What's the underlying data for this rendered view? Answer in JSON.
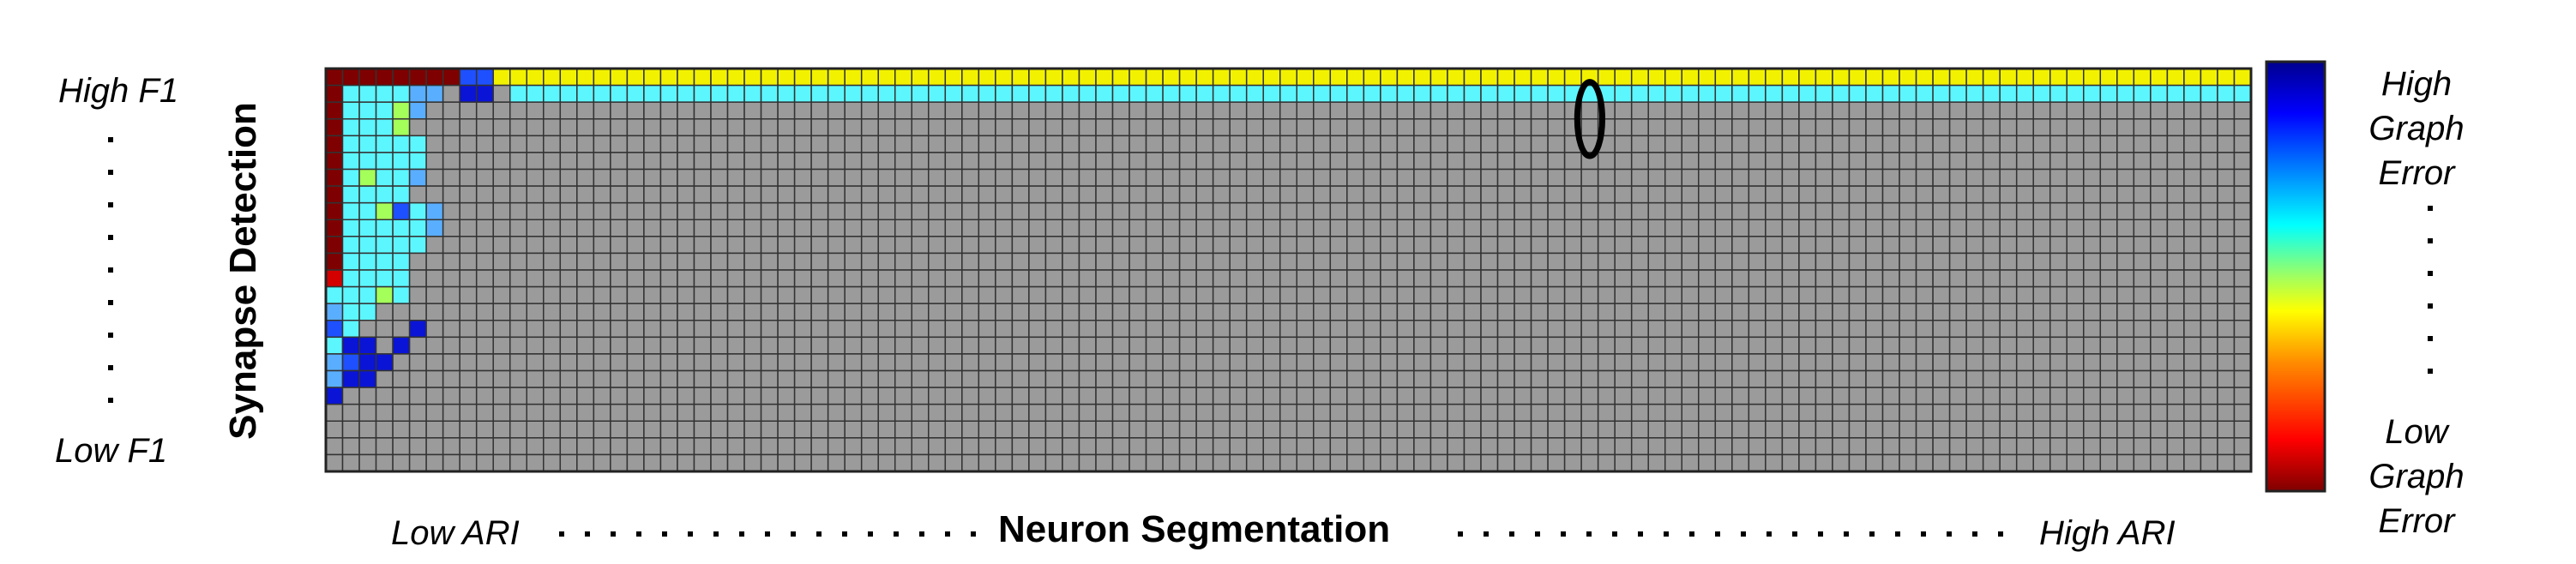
{
  "labels": {
    "y_high": "High F1",
    "y_low": "Low F1",
    "y_title": "Synapse Detection",
    "x_low": "Low ARI",
    "x_high": "High ARI",
    "x_title": "Neuron Segmentation",
    "cb_high": [
      "High",
      "Graph",
      "Error"
    ],
    "cb_low": [
      "Low",
      "Graph",
      "Error"
    ]
  },
  "colors": {
    "missing": "#9b9b9b",
    "gridline": "#333333"
  },
  "chart_data": {
    "type": "heatmap",
    "xlabel": "Neuron Segmentation",
    "ylabel": "Synapse Detection",
    "n_cols": 115,
    "n_rows": 24,
    "x_direction": "Low ARI → High ARI",
    "y_direction": "High F1 (top) → Low F1 (bottom)",
    "colorbar": {
      "colormap": "jet",
      "low_color": "Low Graph Error",
      "high_color": "High Graph Error",
      "position": "right"
    },
    "legend": "",
    "cell_encoding": "each string is one row; each character one column. '.' = no value (grey); 0-9 = graph error level from low (dark red) to high (dark blue)",
    "highlight": {
      "col": 75,
      "rows": [
        1,
        4
      ],
      "shape": "ellipse"
    },
    "cells": [
      "00000000884444444444444444444444444444444444444444444444444444444444444444444444444444444444444444444444444444444444",
      "0666677.99.66666666666666666666666666666666666666666666666666666666666666666666666666666666666666666666666666666666",
      "066657..........................................................................................................",
      "06665...........................................................................................................",
      "066666..........................................................................................................",
      "066666..........................................................................................................",
      "065667..........................................................................................................",
      "06666...........................................................................................................",
      "0665867.........................................................................................................",
      "0666667.........................................................................................................",
      "066666..........................................................................................................",
      "06666...........................................................................................................",
      "16666...........................................................................................................",
      "66656...........................................................................................................",
      "766.............................................................................................................",
      "86...9..........................................................................................................",
      "699.9...........................................................................................................",
      "7899............................................................................................................",
      "799.............................................................................................................",
      "9...............................................................................................................",
      "................................................................................................................",
      "................................................................................................................",
      "................................................................................................................",
      "................................................................................................................"
    ]
  }
}
